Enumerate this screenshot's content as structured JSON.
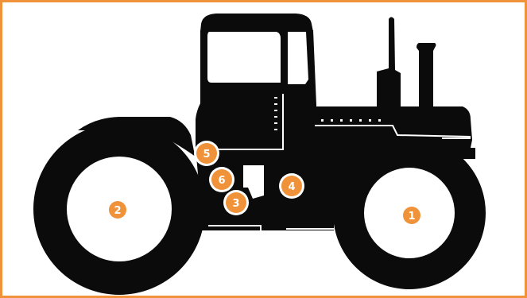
{
  "figure": {
    "subject_icon": "tractor-silhouette",
    "colors": {
      "frame": "#f0923a",
      "silhouette": "#0b0b0b",
      "background": "#ffffff",
      "marker_fill": "#f0923a",
      "marker_ring": "#ffffff",
      "marker_text": "#ffffff"
    }
  },
  "markers": [
    {
      "label": "1",
      "target": "front-wheel"
    },
    {
      "label": "2",
      "target": "rear-wheel"
    },
    {
      "label": "3",
      "target": "cab-lower-step"
    },
    {
      "label": "4",
      "target": "chassis-side-panel"
    },
    {
      "label": "5",
      "target": "rear-fender-front"
    },
    {
      "label": "6",
      "target": "cab-step"
    }
  ]
}
